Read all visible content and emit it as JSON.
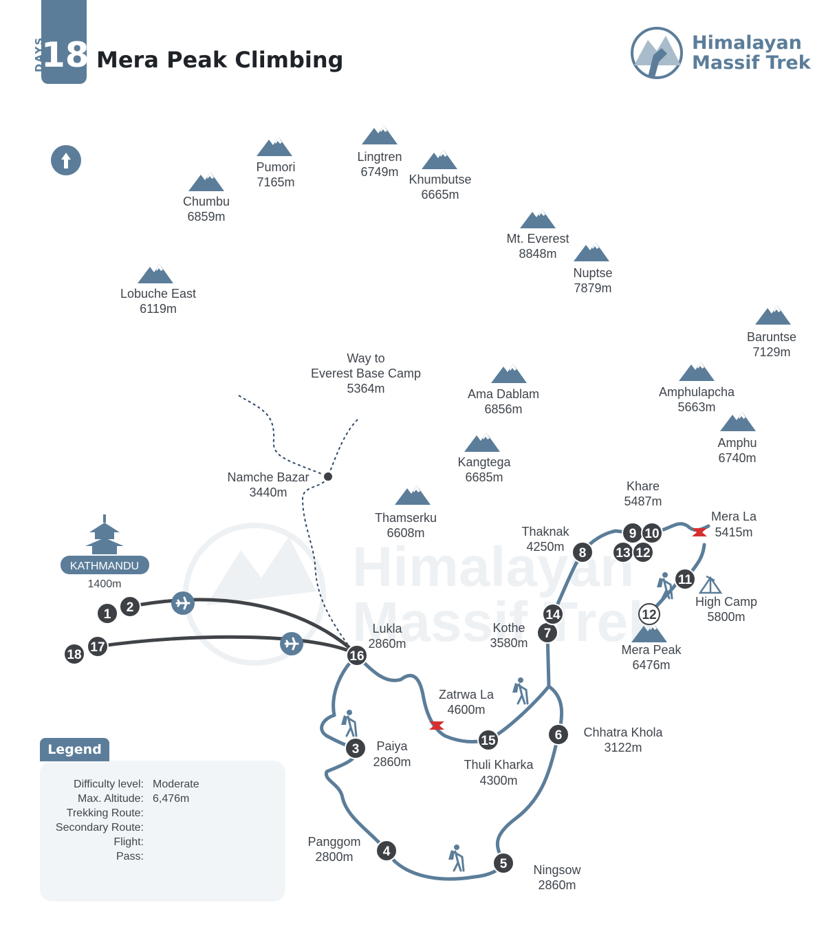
{
  "header": {
    "days_word": "DAYS",
    "days_number": "18",
    "title": "Mera Peak Climbing",
    "brand_line1": "Himalayan",
    "brand_line2": "Massif Trek"
  },
  "watermark": {
    "line1": "Himalayan",
    "line2": "Massif Trek"
  },
  "colors": {
    "brand": "#5b7d99",
    "route": "#5b7d99",
    "flight": "#404347",
    "stop": "#3d4045",
    "pass": "#d62f2f"
  },
  "compass": {
    "icon": "north-arrow-icon"
  },
  "mountains": [
    {
      "name": "Pumori",
      "alt": "7165m"
    },
    {
      "name": "Lingtren",
      "alt": "6749m"
    },
    {
      "name": "Khumbutse",
      "alt": "6665m"
    },
    {
      "name": "Chumbu",
      "alt": "6859m"
    },
    {
      "name": "Mt. Everest",
      "alt": "8848m"
    },
    {
      "name": "Nuptse",
      "alt": "7879m"
    },
    {
      "name": "Lobuche East",
      "alt": "6119m"
    },
    {
      "name": "Baruntse",
      "alt": "7129m"
    },
    {
      "name": "Ama Dablam",
      "alt": "6856m"
    },
    {
      "name": "Amphulapcha",
      "alt": "5663m"
    },
    {
      "name": "Amphu",
      "alt": "6740m"
    },
    {
      "name": "Kangtega",
      "alt": "6685m"
    },
    {
      "name": "Thamserku",
      "alt": "6608m"
    }
  ],
  "places": [
    {
      "name": "Way to",
      "name2": "Everest Base Camp",
      "alt": "5364m"
    },
    {
      "name": "Namche Bazar",
      "alt": "3440m"
    },
    {
      "name": "KATHMANDU",
      "alt": "1400m"
    },
    {
      "name": "Lukla",
      "alt": "2860m"
    },
    {
      "name": "Kothe",
      "alt": "3580m"
    },
    {
      "name": "Thaknak",
      "alt": "4250m"
    },
    {
      "name": "Khare",
      "alt": "5487m"
    },
    {
      "name": "Mera La",
      "alt": "5415m"
    },
    {
      "name": "High Camp",
      "alt": "5800m"
    },
    {
      "name": "Mera Peak",
      "alt": "6476m"
    },
    {
      "name": "Zatrwa La",
      "alt": "4600m"
    },
    {
      "name": "Chhatra Khola",
      "alt": "3122m"
    },
    {
      "name": "Paiya",
      "alt": "2860m"
    },
    {
      "name": "Thuli Kharka",
      "alt": "4300m"
    },
    {
      "name": "Panggom",
      "alt": "2800m"
    },
    {
      "name": "Ningsow",
      "alt": "2860m"
    }
  ],
  "stops": [
    "1",
    "2",
    "17",
    "18",
    "16",
    "3",
    "4",
    "5",
    "6",
    "7",
    "14",
    "8",
    "9",
    "10",
    "13",
    "12",
    "11",
    "12",
    "15"
  ],
  "legend": {
    "title": "Legend",
    "difficulty_label": "Difficulty level:",
    "difficulty_value": "Moderate",
    "altitude_label": "Max. Altitude:",
    "altitude_value": "6,476m",
    "trek_label": "Trekking Route:",
    "secondary_label": "Secondary Route:",
    "flight_label": "Flight:",
    "pass_label": "Pass:"
  }
}
